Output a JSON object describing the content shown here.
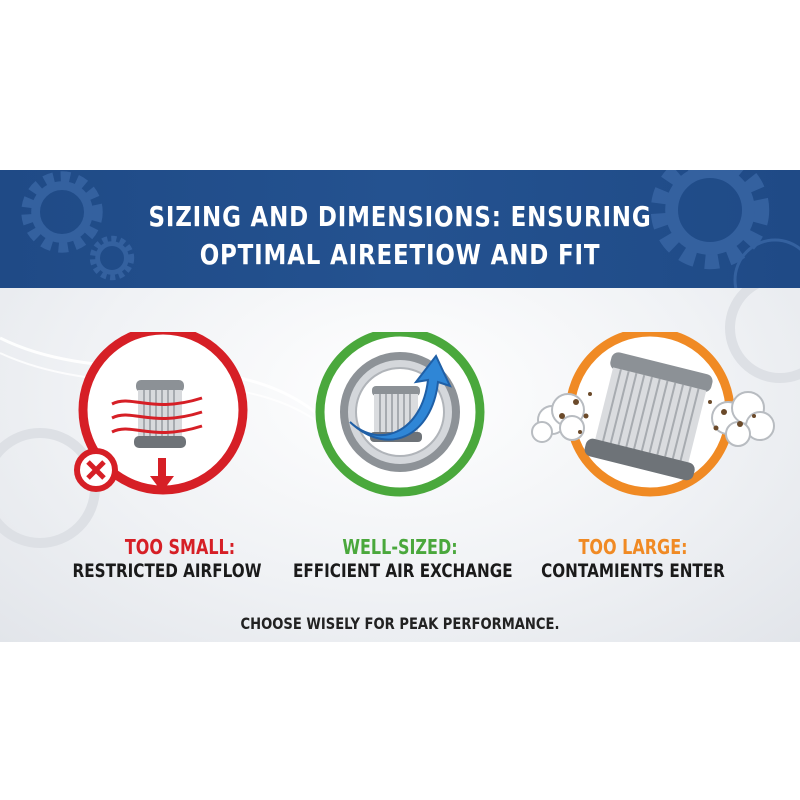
{
  "header": {
    "title_line1": "SIZING AND DIMENSIONS: ENSURING",
    "title_line2": "OPTIMAL AIREETIOW AND FIT"
  },
  "panels": [
    {
      "heading": "TOO SMALL:",
      "description": "RESTRICTED AIRFLOW",
      "color": "#d61f26",
      "icon": "filter-too-small-icon"
    },
    {
      "heading": "WELL-SIZED:",
      "description": "EFFICIENT AIR EXCHANGE",
      "color": "#4aa83c",
      "icon": "filter-well-sized-icon"
    },
    {
      "heading": "TOO LARGE:",
      "description": "CONTAMIENTS ENTER",
      "color": "#f08a24",
      "icon": "filter-too-large-icon"
    }
  ],
  "footer": {
    "tagline": "CHOOSE WISELY FOR PEAK PERFORMANCE."
  },
  "colors": {
    "banner": "#245290",
    "background": "#eef0f3"
  }
}
